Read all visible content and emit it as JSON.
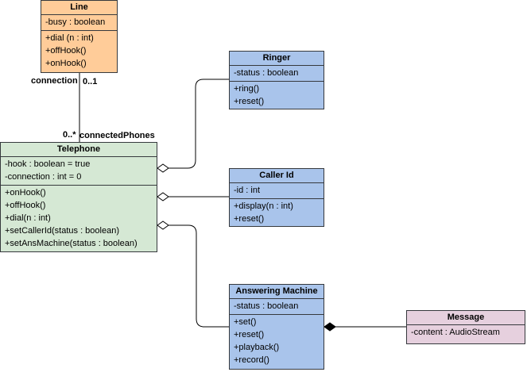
{
  "classes": {
    "line": {
      "name": "Line",
      "attributes": [
        "-busy : boolean"
      ],
      "operations": [
        "+dial (n : int)",
        "+offHook()",
        "+onHook()"
      ]
    },
    "telephone": {
      "name": "Telephone",
      "attributes": [
        "-hook : boolean = true",
        "-connection : int = 0"
      ],
      "operations": [
        "+onHook()",
        "+offHook()",
        "+dial(n : int)",
        "+setCallerId(status : boolean)",
        "+setAnsMachine(status : boolean)"
      ]
    },
    "ringer": {
      "name": "Ringer",
      "attributes": [
        "-status : boolean"
      ],
      "operations": [
        "+ring()",
        "+reset()"
      ]
    },
    "caller_id": {
      "name": "Caller Id",
      "attributes": [
        "-id : int"
      ],
      "operations": [
        "+display(n : int)",
        "+reset()"
      ]
    },
    "answering_machine": {
      "name": "Answering Machine",
      "attributes": [
        "-status : boolean"
      ],
      "operations": [
        "+set()",
        "+reset()",
        "+playback()",
        "+record()"
      ]
    },
    "message": {
      "name": "Message",
      "attributes": [
        "-content : AudioStream"
      ],
      "operations": []
    }
  },
  "association": {
    "line_role": "connection",
    "line_multiplicity": "0..1",
    "telephone_multiplicity": "0..*",
    "telephone_role": "connectedPhones"
  },
  "colors": {
    "line_fill": "#ffcc99",
    "telephone_fill": "#d5e8d4",
    "component_fill": "#a9c4eb",
    "message_fill": "#e6d0de",
    "stroke": "#36393d"
  }
}
